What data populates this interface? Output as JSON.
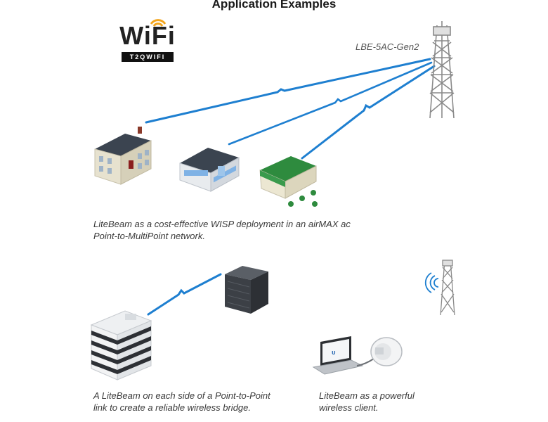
{
  "title": "Application Examples",
  "logo": {
    "main": "WiFi",
    "sub": "T2QWIFI"
  },
  "tower_label": "LBE-5AC-Gen2",
  "captions": {
    "ptmp": [
      "LiteBeam as a cost-effective WISP deployment in an airMAX ac",
      "Point-to-MultiPoint network."
    ],
    "ptp": [
      "A LiteBeam on each side of a Point-to-Point",
      "link to create a reliable wireless bridge."
    ],
    "client": [
      "LiteBeam as a powerful",
      "wireless client."
    ]
  },
  "colors": {
    "link": "#1e7fd0",
    "roof_green": "#2e8b3e",
    "roof_dark": "#3b4450",
    "wall": "#e7e2cf"
  }
}
